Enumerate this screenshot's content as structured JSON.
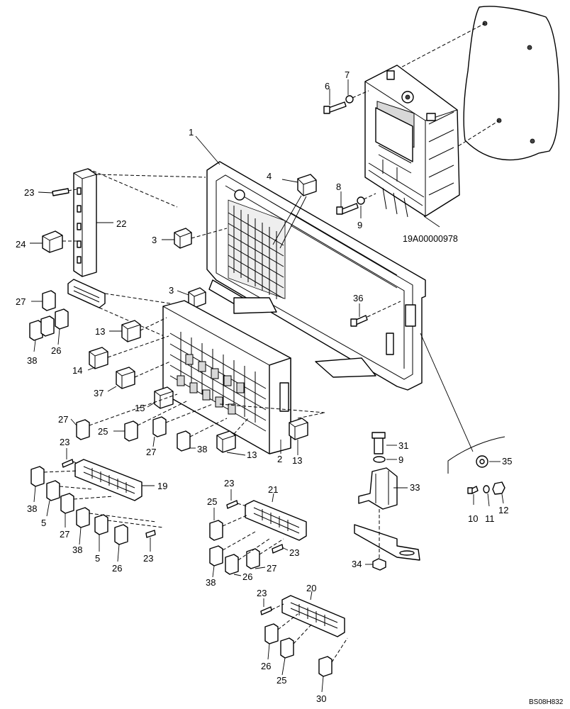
{
  "diagram": {
    "controller_code": "19A00000978",
    "sheet_code": "BS08H832",
    "callouts": [
      {
        "id": "c1",
        "text": "1"
      },
      {
        "id": "c2",
        "text": "2"
      },
      {
        "id": "c3a",
        "text": "3"
      },
      {
        "id": "c3b",
        "text": "3"
      },
      {
        "id": "c4",
        "text": "4"
      },
      {
        "id": "c5a",
        "text": "5"
      },
      {
        "id": "c5b",
        "text": "5"
      },
      {
        "id": "c6",
        "text": "6"
      },
      {
        "id": "c7",
        "text": "7"
      },
      {
        "id": "c8",
        "text": "8"
      },
      {
        "id": "c9a",
        "text": "9"
      },
      {
        "id": "c9b",
        "text": "9"
      },
      {
        "id": "c10",
        "text": "10"
      },
      {
        "id": "c11",
        "text": "11"
      },
      {
        "id": "c12",
        "text": "12"
      },
      {
        "id": "c13a",
        "text": "13"
      },
      {
        "id": "c13b",
        "text": "13"
      },
      {
        "id": "c13c",
        "text": "13"
      },
      {
        "id": "c14",
        "text": "14"
      },
      {
        "id": "c15",
        "text": "15"
      },
      {
        "id": "c19",
        "text": "19"
      },
      {
        "id": "c20",
        "text": "20"
      },
      {
        "id": "c21",
        "text": "21"
      },
      {
        "id": "c22",
        "text": "22"
      },
      {
        "id": "c23a",
        "text": "23"
      },
      {
        "id": "c23b",
        "text": "23"
      },
      {
        "id": "c23c",
        "text": "23"
      },
      {
        "id": "c23d",
        "text": "23"
      },
      {
        "id": "c23e",
        "text": "23"
      },
      {
        "id": "c23f",
        "text": "23"
      },
      {
        "id": "c24",
        "text": "24"
      },
      {
        "id": "c25a",
        "text": "25"
      },
      {
        "id": "c25b",
        "text": "25"
      },
      {
        "id": "c25c",
        "text": "25"
      },
      {
        "id": "c26a",
        "text": "26"
      },
      {
        "id": "c26b",
        "text": "26"
      },
      {
        "id": "c26c",
        "text": "26"
      },
      {
        "id": "c26d",
        "text": "26"
      },
      {
        "id": "c27a",
        "text": "27"
      },
      {
        "id": "c27b",
        "text": "27"
      },
      {
        "id": "c27c",
        "text": "27"
      },
      {
        "id": "c27d",
        "text": "27"
      },
      {
        "id": "c27e",
        "text": "27"
      },
      {
        "id": "c30",
        "text": "30"
      },
      {
        "id": "c31",
        "text": "31"
      },
      {
        "id": "c33",
        "text": "33"
      },
      {
        "id": "c34",
        "text": "34"
      },
      {
        "id": "c35",
        "text": "35"
      },
      {
        "id": "c36",
        "text": "36"
      },
      {
        "id": "c37",
        "text": "37"
      },
      {
        "id": "c38a",
        "text": "38"
      },
      {
        "id": "c38b",
        "text": "38"
      },
      {
        "id": "c38c",
        "text": "38"
      },
      {
        "id": "c38d",
        "text": "38"
      },
      {
        "id": "c38e",
        "text": "38"
      }
    ]
  }
}
